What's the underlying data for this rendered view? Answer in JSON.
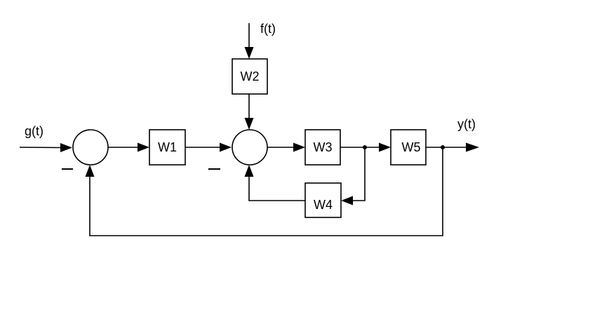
{
  "diagram": {
    "type": "block-diagram",
    "signals": {
      "input": "g(t)",
      "disturbance": "f(t)",
      "output": "y(t)"
    },
    "blocks": [
      {
        "id": "W1",
        "label": "W1"
      },
      {
        "id": "W2",
        "label": "W2"
      },
      {
        "id": "W3",
        "label": "W3"
      },
      {
        "id": "W4",
        "label": "W4"
      },
      {
        "id": "W5",
        "label": "W5"
      }
    ],
    "summing_junctions": [
      {
        "id": "S1",
        "feedback_sign": "−"
      },
      {
        "id": "S2",
        "feedback_sign": "−"
      }
    ],
    "connections": [
      {
        "from": "g(t)",
        "to": "S1"
      },
      {
        "from": "S1",
        "to": "W1"
      },
      {
        "from": "W1",
        "to": "S2"
      },
      {
        "from": "f(t)",
        "to": "W2"
      },
      {
        "from": "W2",
        "to": "S2"
      },
      {
        "from": "S2",
        "to": "W3"
      },
      {
        "from": "W3",
        "to": "W5"
      },
      {
        "from": "W3",
        "to": "W4"
      },
      {
        "from": "W4",
        "to": "S2"
      },
      {
        "from": "W5",
        "to": "y(t)"
      },
      {
        "from": "W5",
        "to": "S1"
      }
    ]
  }
}
